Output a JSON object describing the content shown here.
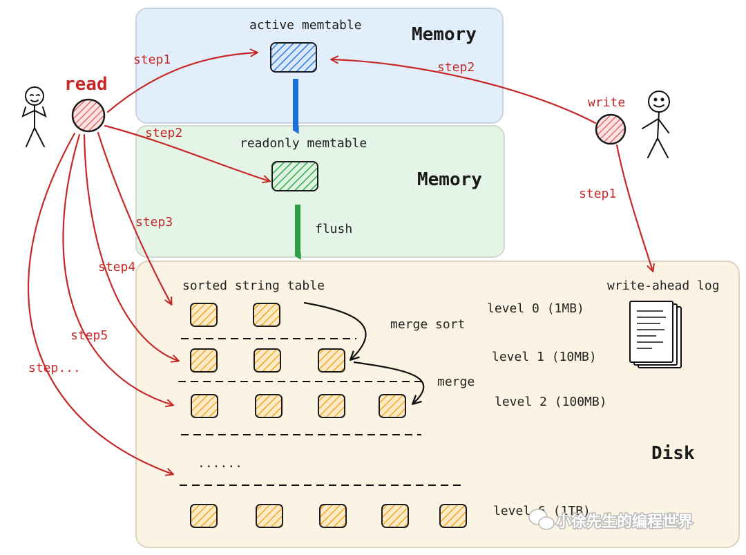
{
  "regions": {
    "memory_active_label": "Memory",
    "memory_readonly_label": "Memory",
    "disk_label": "Disk"
  },
  "memtables": {
    "active": "active memtable",
    "readonly": "readonly memtable",
    "flush": "flush"
  },
  "actors": {
    "reader": "read",
    "writer": "write"
  },
  "read_steps": {
    "step1": "step1",
    "step2": "step2",
    "step3": "step3",
    "step4": "step4",
    "step5": "step5",
    "step_more": "step..."
  },
  "write_steps": {
    "step1": "step1",
    "step2": "step2"
  },
  "disk": {
    "sstable_title": "sorted string table",
    "wal_label": "write-ahead log",
    "merge_sort": "merge sort",
    "merge": "merge",
    "ellipsis": "......",
    "levels": [
      {
        "label": "level 0 (1MB)",
        "blocks": 2
      },
      {
        "label": "level 1 (10MB)",
        "blocks": 3
      },
      {
        "label": "level 2 (100MB)",
        "blocks": 4
      },
      {
        "label": "level 6 (1TB)",
        "blocks": 5
      }
    ]
  },
  "watermark": "小徐先生的编程世界",
  "colors": {
    "memory_active_bg": "#e3eefb",
    "memory_readonly_bg": "#e4f4e6",
    "disk_bg": "#fbf4e4",
    "red": "#c62828",
    "blue": "#1e6fd9",
    "green": "#2e9e44",
    "orange": "#f0b43c"
  }
}
